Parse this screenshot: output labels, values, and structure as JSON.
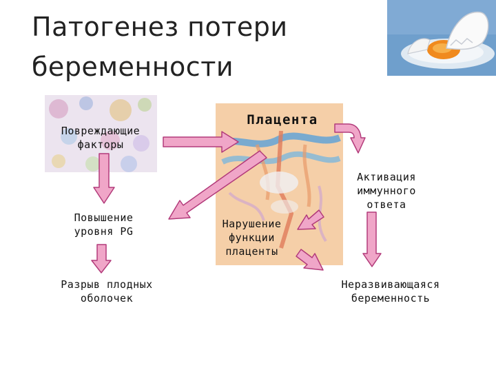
{
  "title": {
    "line1": "Патогенез потери",
    "line2": "беременности"
  },
  "nodes": {
    "damaging_factors": [
      "Повреждающие",
      "факторы"
    ],
    "placenta": "Плацента",
    "pg_increase": [
      "Повышение",
      "уровня PG"
    ],
    "immune_activation": [
      "Активация",
      "иммунного",
      "ответа"
    ],
    "placental_dysfunction": [
      "Нарушение",
      "функции",
      "плаценты"
    ],
    "membrane_rupture": [
      "Разрыв плодных",
      "оболочек"
    ],
    "nonviable_pregnancy": [
      "Неразвивающаяся",
      "беременность"
    ]
  },
  "colors": {
    "arrow_fill": "#f0a6c8",
    "arrow_stroke": "#b23a7a",
    "placenta_bg": "#f2c49a"
  }
}
